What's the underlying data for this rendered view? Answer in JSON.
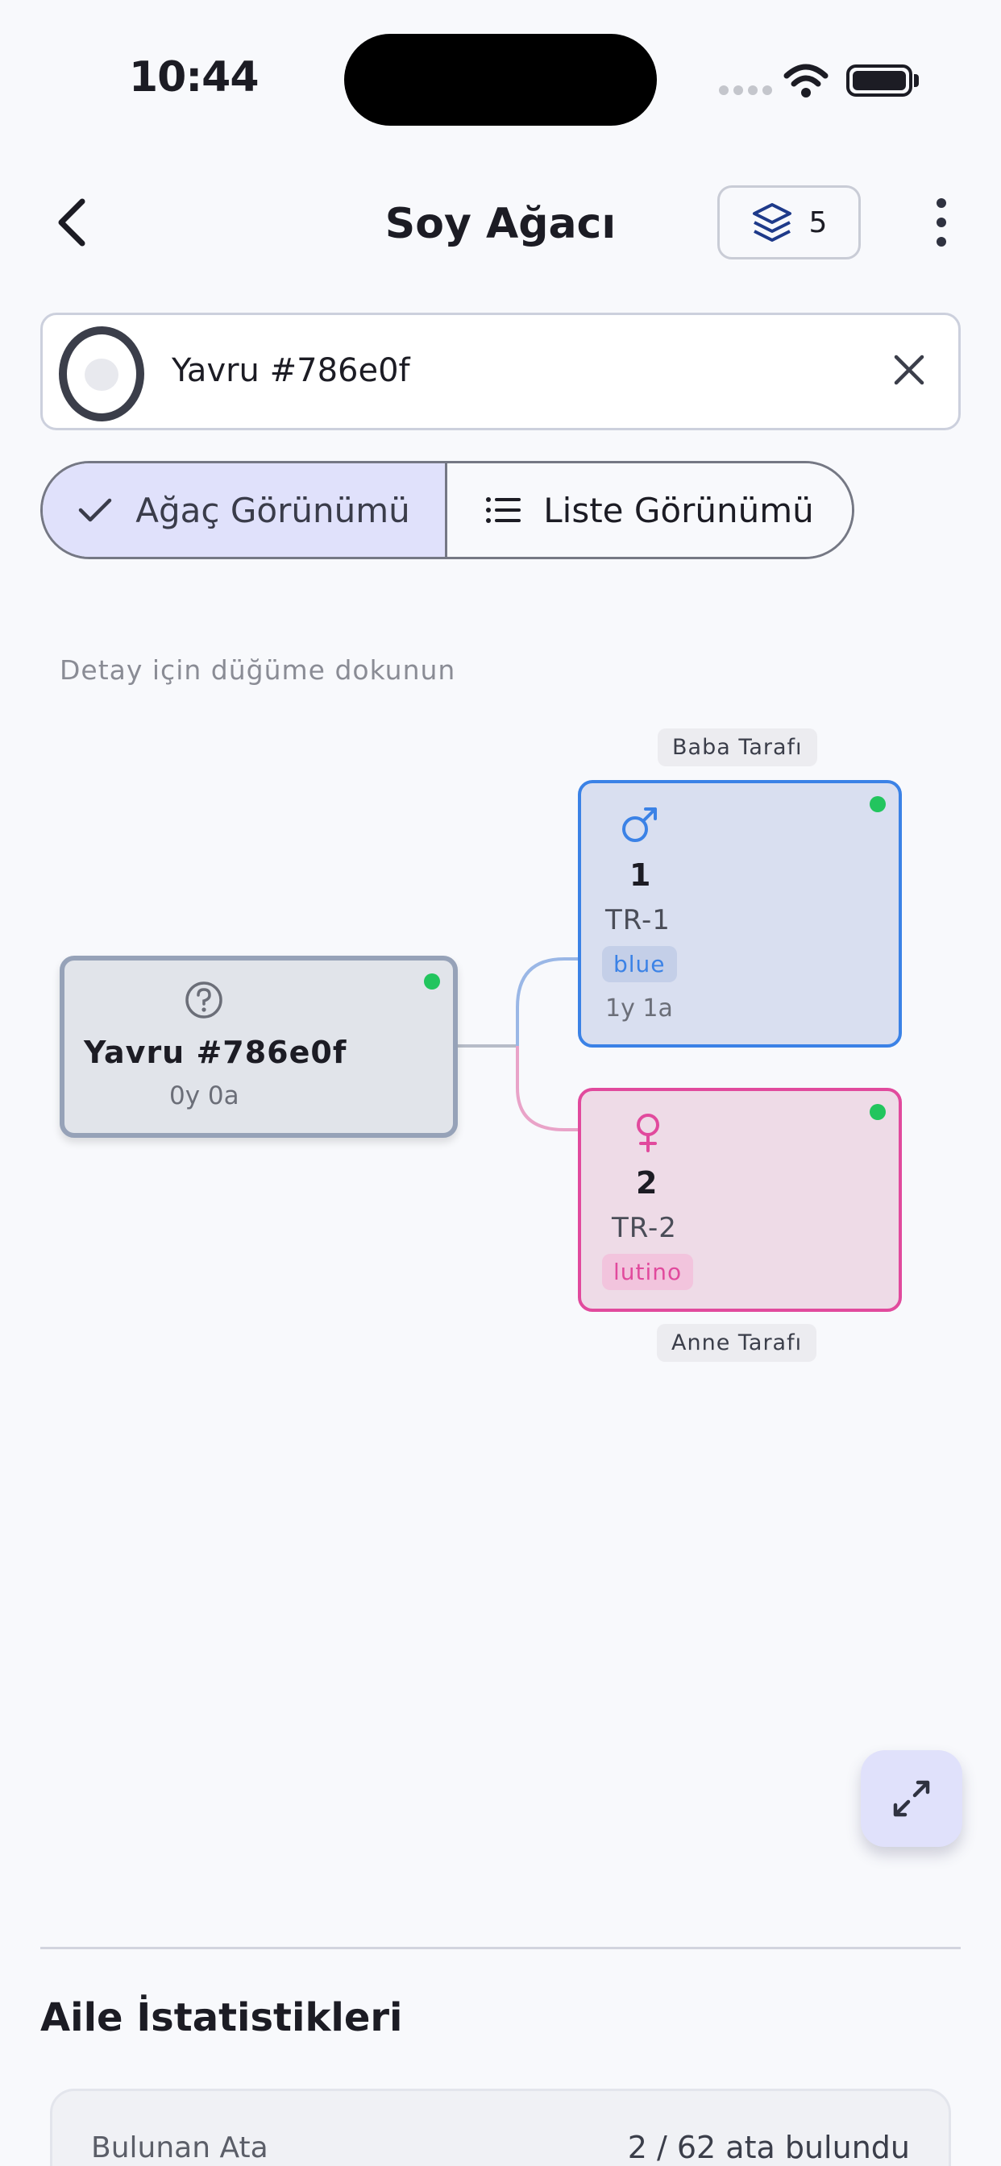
{
  "status_bar": {
    "time": "10:44"
  },
  "header": {
    "title": "Soy Ağacı",
    "layers_count": "5"
  },
  "search": {
    "value": "Yavru #786e0f"
  },
  "view_toggle": {
    "tree_label": "Ağaç Görünümü",
    "list_label": "Liste Görünümü",
    "selected": "tree"
  },
  "hint": "Detay için düğüme dokunun",
  "tree": {
    "father_side_label": "Baba Tarafı",
    "mother_side_label": "Anne Tarafı",
    "child": {
      "name": "Yavru #786e0f",
      "age": "0y 0a",
      "status_color": "#22c55e"
    },
    "father": {
      "number": "1",
      "ring": "TR-1",
      "mutation": "blue",
      "age": "1y 1a",
      "accent": "#3b82e6"
    },
    "mother": {
      "number": "2",
      "ring": "TR-2",
      "mutation": "lutino",
      "accent": "#e14a9d"
    }
  },
  "stats": {
    "title": "Aile İstatistikleri",
    "rows": [
      {
        "label": "Bulunan Ata",
        "value": "2 / 62 ata bulundu"
      }
    ]
  }
}
